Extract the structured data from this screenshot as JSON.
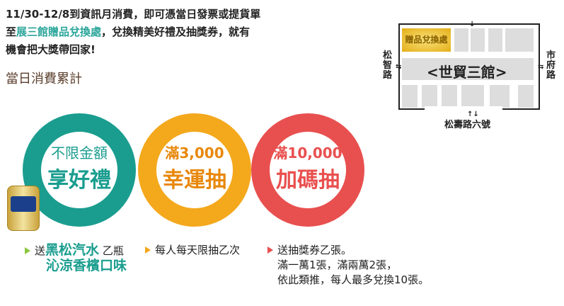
{
  "intro": {
    "line1": "11/30-12/8到資訊月消費，即可憑當日發票或提貨單",
    "line2_pre": "至",
    "line2_hl": "展三館贈品兌換處",
    "line2_post": "，兌換精美好禮及抽獎券，就有",
    "line3": "機會把大獎帶回家!"
  },
  "subtitle": "當日消費累計",
  "rings": [
    {
      "top": "不限金額",
      "main": "享好禮",
      "color": "#1a9d8f"
    },
    {
      "top": "滿3,000",
      "main": "幸運抽",
      "color": "#f4a81c"
    },
    {
      "top": "滿10,000",
      "main": "加碼抽",
      "color": "#e8504f"
    }
  ],
  "notes": {
    "n1_pre": "送",
    "n1_hl": "黑松汽水",
    "n1_post": "乙瓶",
    "n1_line2": "沁涼香檳口味",
    "n2": "每人每天限抽乙次",
    "n3_l1": "送抽獎券乙張。",
    "n3_l2": "滿一萬1張，滿兩萬2張，",
    "n3_l3": "依此類推，每人最多兌換10張。"
  },
  "map": {
    "gift": "贈品兌換處",
    "hall": "<世貿三館>",
    "left_road": "松智路",
    "right_road": "市府路",
    "bottom_road": "松壽路六號"
  }
}
